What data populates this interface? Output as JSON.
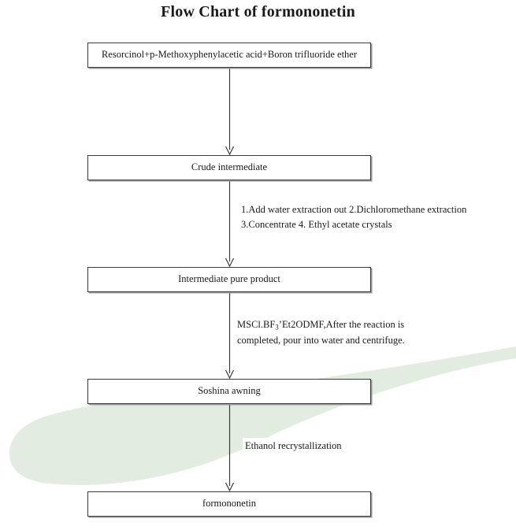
{
  "page": {
    "title": "Flow Chart of formononetin",
    "background_color": "#ffffff",
    "accent_color": "#e3ece0",
    "line_color": "#3b3b3b"
  },
  "flowchart": {
    "nodes": [
      {
        "id": "box-1",
        "label": "Resorcinol+p-Methoxyphenylacetic acid+Boron trifluoride ether"
      },
      {
        "id": "box-2",
        "label": "Crude intermediate"
      },
      {
        "id": "box-3",
        "label": "Intermediate pure product"
      },
      {
        "id": "box-4",
        "label": "Soshina awning"
      },
      {
        "id": "box-5",
        "label": "formononetin"
      }
    ],
    "annotations": [
      {
        "id": "annotation-1",
        "line1": "1.Add water extraction out 2.Dichloromethane extraction",
        "line2": "3.Concentrate 4. Ethyl acetate crystals"
      },
      {
        "id": "annotation-2",
        "line1_prefix": "MSCl.BF",
        "line1_sub": "3",
        "line1_suffix": "’Et2ODMF,After the reaction is",
        "line2": "completed, pour into water and centrifuge."
      },
      {
        "id": "annotation-3",
        "line1": "Ethanol recrystallization"
      }
    ],
    "arrows": [
      {
        "id": "arrow-1",
        "from": "box-1",
        "to": "box-2"
      },
      {
        "id": "arrow-2",
        "from": "box-2",
        "to": "box-3"
      },
      {
        "id": "arrow-3",
        "from": "box-3",
        "to": "box-4"
      },
      {
        "id": "arrow-4",
        "from": "box-4",
        "to": "box-5"
      }
    ]
  }
}
